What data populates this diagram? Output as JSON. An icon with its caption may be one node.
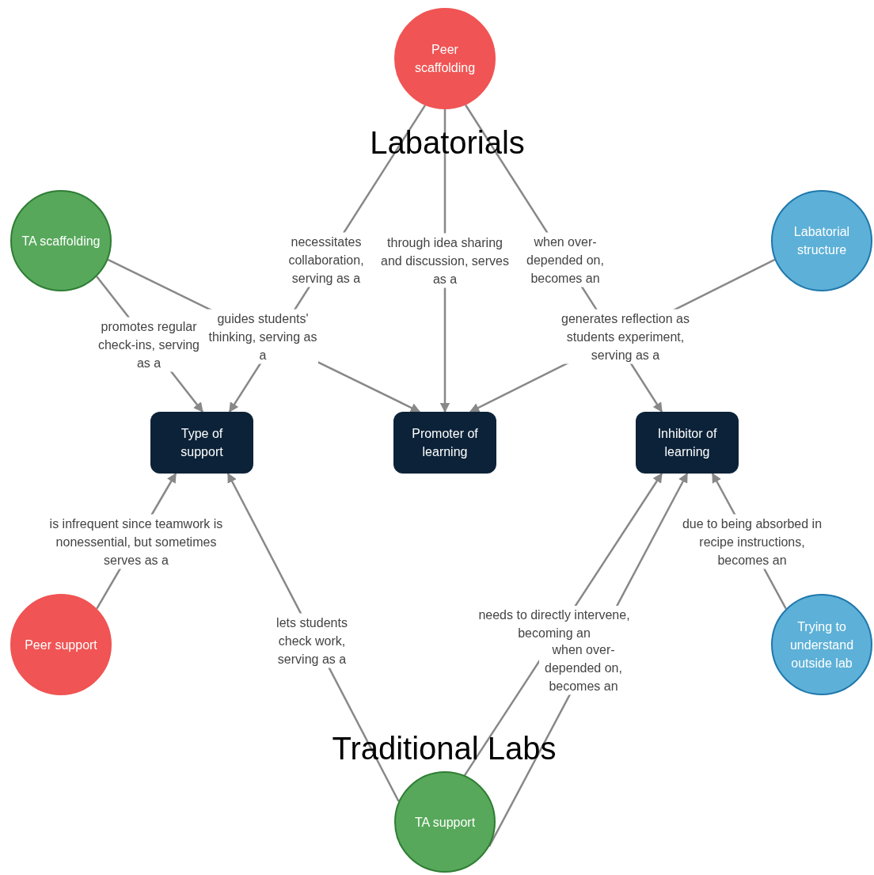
{
  "diagram": {
    "nodes": [
      {
        "text": [
          "Peer scaffolding"
        ]
      },
      {
        "text": [
          "TA scaffolding"
        ]
      },
      {
        "text": [
          "Labatorial structure"
        ]
      },
      {
        "text": [
          "Type of support"
        ]
      },
      {
        "text": [
          "Promoter of learning"
        ]
      },
      {
        "text": [
          "Inhibitor of learning"
        ]
      },
      {
        "text": [
          "Peer support"
        ]
      },
      {
        "text": [
          "Trying to understand outside lab"
        ]
      },
      {
        "text": [
          "TA support"
        ]
      }
    ],
    "edges": [
      {
        "from": 0,
        "to": 3,
        "arrow": "to",
        "label": "necessitates collaboration, serving as a"
      },
      {
        "from": 0,
        "to": 4,
        "arrow": "to",
        "label": "through idea sharing and discussion, serves as a"
      },
      {
        "from": 0,
        "to": 5,
        "arrow": "to",
        "label": "when over-depended on, becomes an"
      },
      {
        "from": 1,
        "to": 3,
        "arrow": "to",
        "label": "promotes regular check-ins, serving as a"
      },
      {
        "from": 1,
        "to": 4,
        "arrow": "to",
        "label": "guides students' thinking, serving as a"
      },
      {
        "from": 2,
        "to": 4,
        "arrow": "to",
        "label": "generates reflection as students experiment, serving as a"
      },
      {
        "from": 6,
        "to": 3,
        "arrow": "to",
        "label": "is infrequent since teamwork is nonessential, but sometimes serves as a"
      },
      {
        "from": 8,
        "to": 3,
        "arrow": "to",
        "label": "lets students check work, serving as a"
      },
      {
        "from": 8,
        "to": 5,
        "arrow": "to",
        "label": "needs to directly intervene, becoming an"
      },
      {
        "from": 8,
        "to": 5,
        "arrow": "to",
        "label": "when over-depended on, becomes an"
      },
      {
        "from": 7,
        "to": 5,
        "arrow": "to",
        "label": "due to being absorbed in recipe instructions, becomes an"
      }
    ],
    "labels": [
      "Labatorials",
      "Traditional Labs"
    ]
  }
}
